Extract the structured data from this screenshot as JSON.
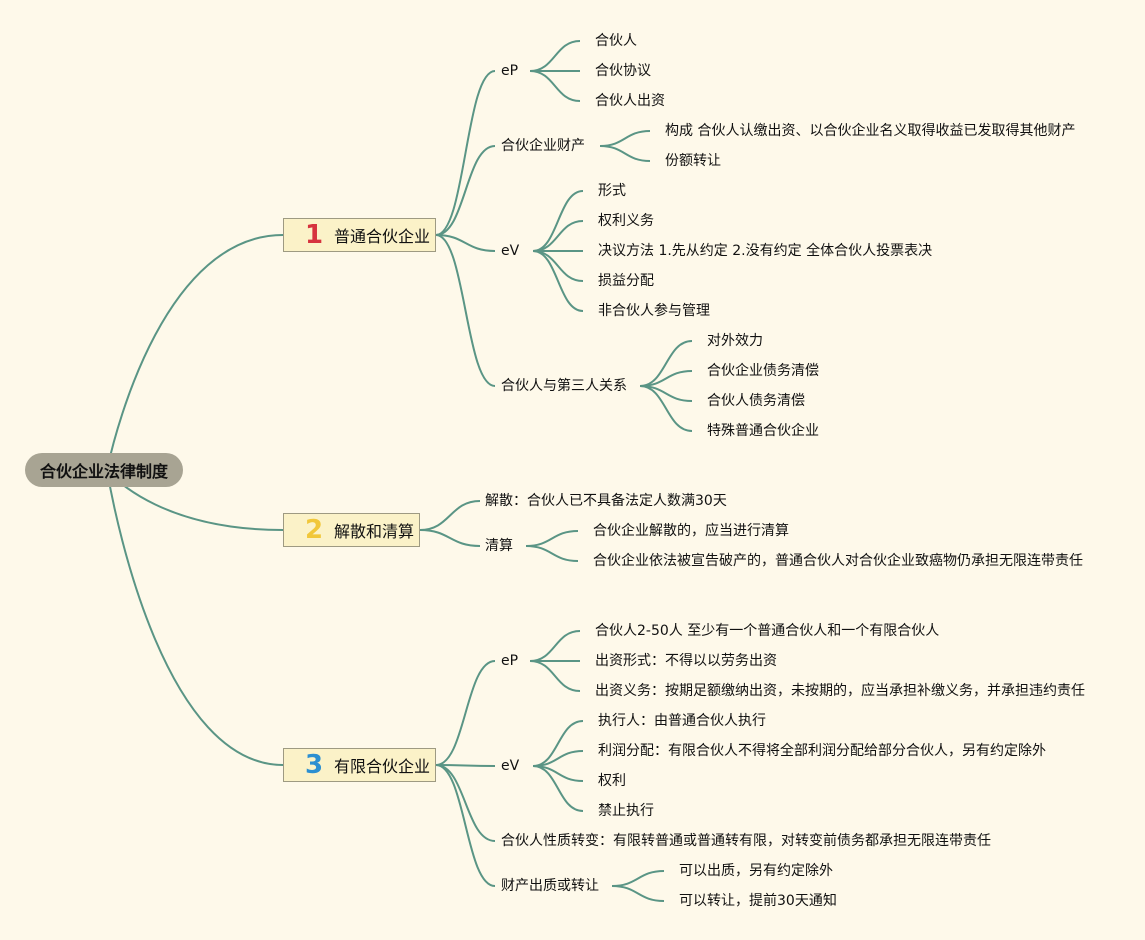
{
  "root": "合伙企业法律制度",
  "colors": {
    "background": "#fef9ea",
    "link": "#5a9585",
    "root_fill": "#a8a493",
    "branch_fill": "#fbf2c8",
    "num1": "#d6333e",
    "num2": "#f1c73a",
    "num3": "#2c8fd1"
  },
  "branches": [
    {
      "num": "1",
      "label": "普通合伙企业",
      "children": [
        {
          "label": "eP",
          "children": [
            "合伙人",
            "合伙协议",
            "合伙人出资"
          ]
        },
        {
          "label": "合伙企业财产",
          "children": [
            "构成 合伙人认缴出资、以合伙企业名义取得收益已发取得其他财产",
            "份额转让"
          ]
        },
        {
          "label": "eV",
          "children": [
            "形式",
            "权利义务",
            "决议方法 1.先从约定 2.没有约定 全体合伙人投票表决",
            "损益分配",
            "非合伙人参与管理"
          ]
        },
        {
          "label": "合伙人与第三人关系",
          "children": [
            "对外效力",
            "合伙企业债务清偿",
            "合伙人债务清偿",
            "特殊普通合伙企业"
          ]
        }
      ]
    },
    {
      "num": "2",
      "label": "解散和清算",
      "children": [
        {
          "label": "解散：合伙人已不具备法定人数满30天",
          "children": []
        },
        {
          "label": "清算",
          "children": [
            "合伙企业解散的，应当进行清算",
            "合伙企业依法被宣告破产的，普通合伙人对合伙企业致癌物仍承担无限连带责任"
          ]
        }
      ]
    },
    {
      "num": "3",
      "label": "有限合伙企业",
      "children": [
        {
          "label": "eP",
          "children": [
            "合伙人2-50人 至少有一个普通合伙人和一个有限合伙人",
            "出资形式：不得以以劳务出资",
            "出资义务：按期足额缴纳出资，未按期的，应当承担补缴义务，并承担违约责任"
          ]
        },
        {
          "label": "eV",
          "children": [
            "执行人：由普通合伙人执行",
            "利润分配：有限合伙人不得将全部利润分配给部分合伙人，另有约定除外",
            "权利",
            "禁止执行"
          ]
        },
        {
          "label": "合伙人性质转变：有限转普通或普通转有限，对转变前债务都承担无限连带责任",
          "children": []
        },
        {
          "label": "财产出质或转让",
          "children": [
            "可以出质，另有约定除外",
            "可以转让，提前30天通知"
          ]
        }
      ]
    }
  ]
}
